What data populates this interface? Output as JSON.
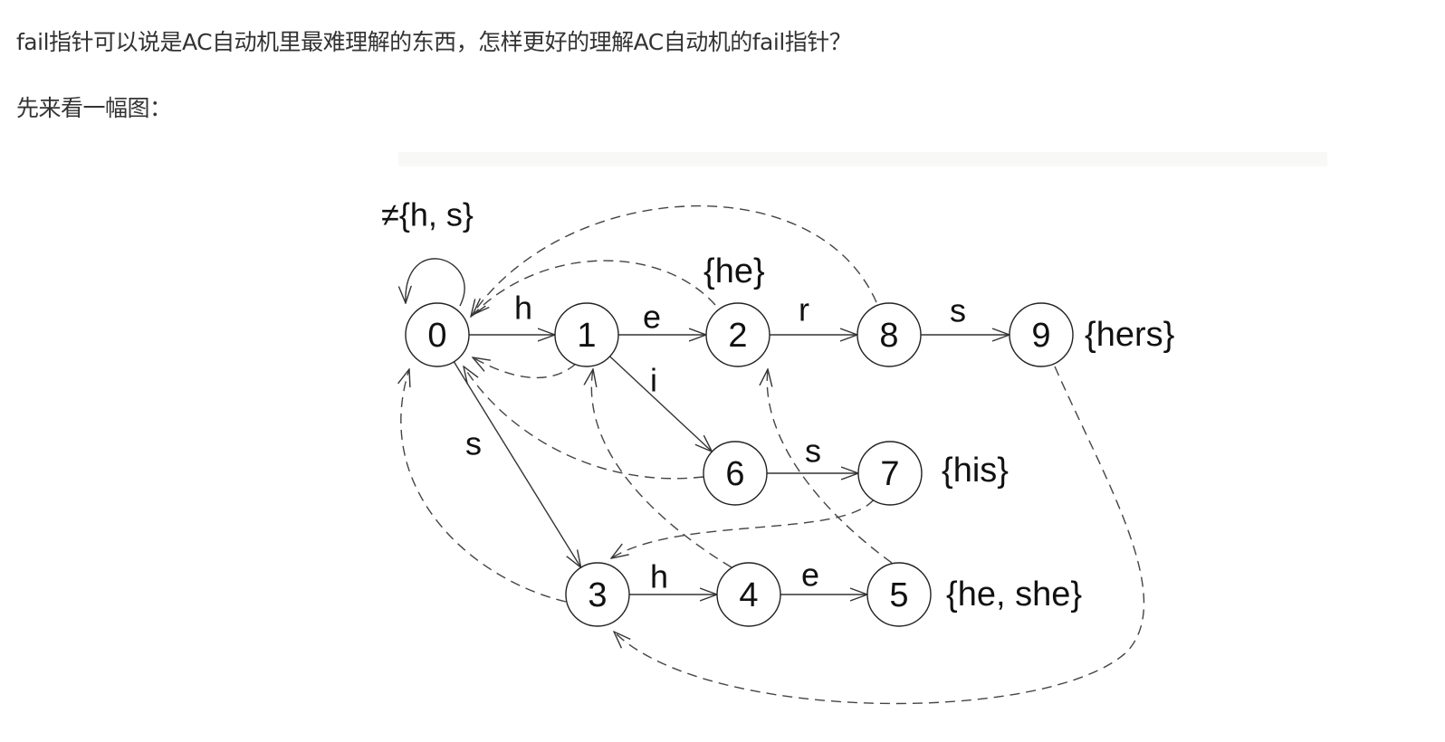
{
  "article": {
    "paragraph1": "fail指针可以说是AC自动机里最难理解的东西，怎样更好的理解AC自动机的fail指针？",
    "paragraph2": "先来看一幅图："
  },
  "diagram": {
    "root_loop_label": "≠{h, s}",
    "nodes": [
      "0",
      "1",
      "2",
      "3",
      "4",
      "5",
      "6",
      "7",
      "8",
      "9"
    ],
    "goto_edges": [
      {
        "from": "0",
        "to": "1",
        "label": "h"
      },
      {
        "from": "1",
        "to": "2",
        "label": "e"
      },
      {
        "from": "2",
        "to": "8",
        "label": "r"
      },
      {
        "from": "8",
        "to": "9",
        "label": "s"
      },
      {
        "from": "1",
        "to": "6",
        "label": "i"
      },
      {
        "from": "6",
        "to": "7",
        "label": "s"
      },
      {
        "from": "0",
        "to": "3",
        "label": "s"
      },
      {
        "from": "3",
        "to": "4",
        "label": "h"
      },
      {
        "from": "4",
        "to": "5",
        "label": "e"
      }
    ],
    "fail_edges": [
      {
        "from": "1",
        "to": "0"
      },
      {
        "from": "2",
        "to": "0"
      },
      {
        "from": "8",
        "to": "0"
      },
      {
        "from": "6",
        "to": "0"
      },
      {
        "from": "3",
        "to": "0"
      },
      {
        "from": "4",
        "to": "1"
      },
      {
        "from": "5",
        "to": "2"
      },
      {
        "from": "7",
        "to": "3"
      },
      {
        "from": "9",
        "to": "3"
      }
    ],
    "outputs": {
      "2": "{he}",
      "9": "{hers}",
      "7": "{his}",
      "5": "{he, she}"
    }
  }
}
